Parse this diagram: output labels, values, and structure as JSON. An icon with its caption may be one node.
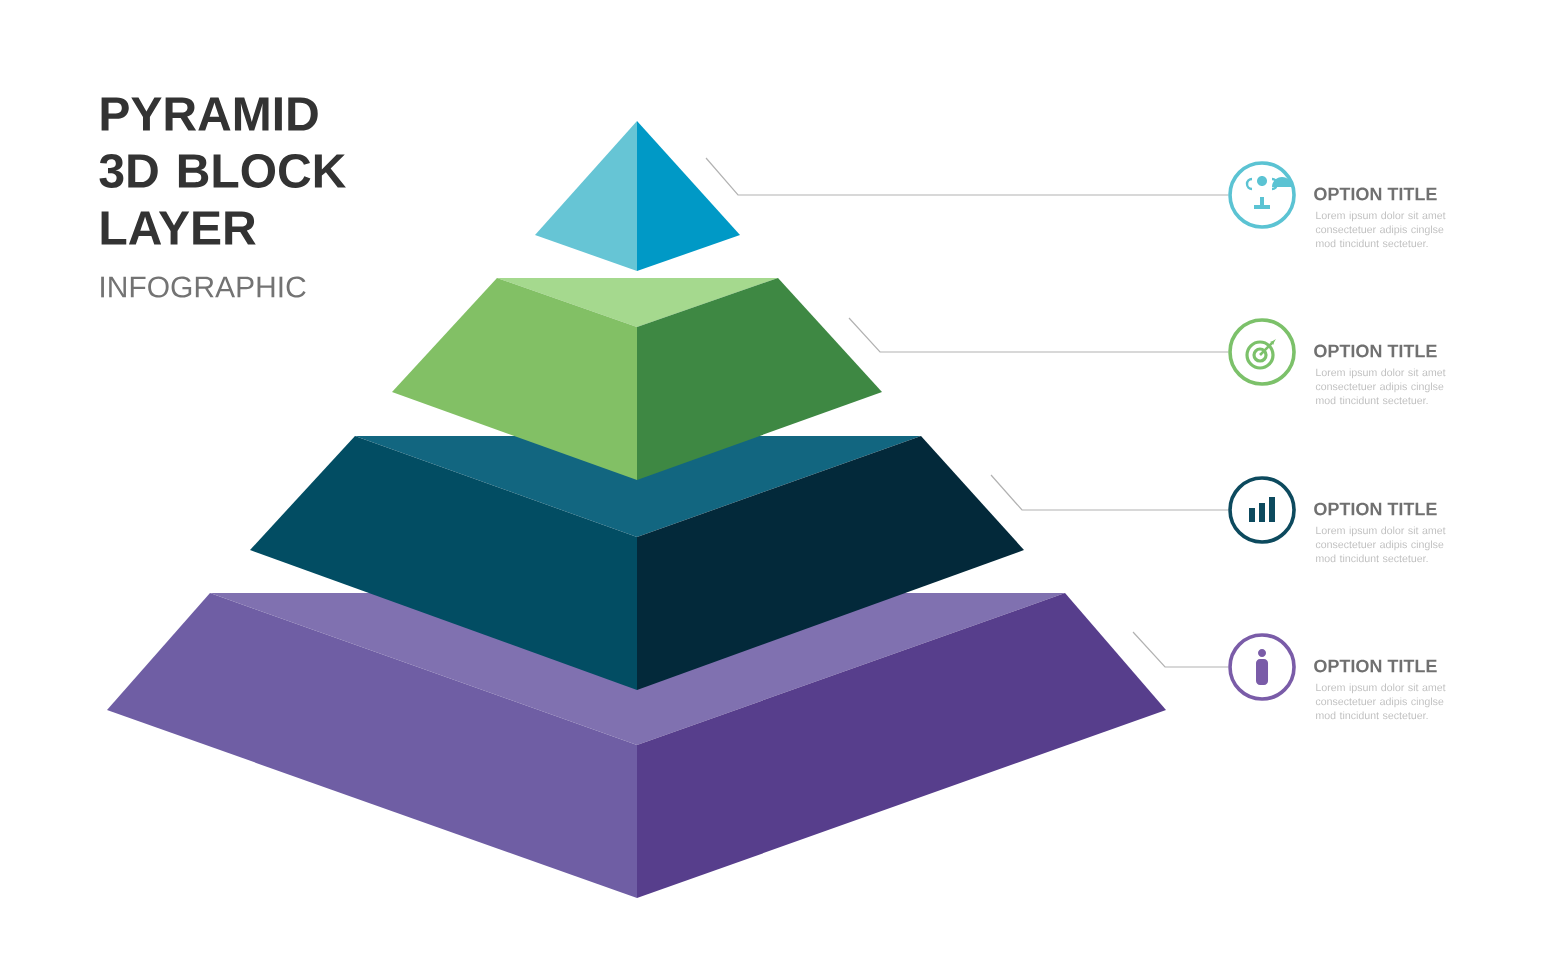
{
  "diagram": {
    "title": "PYRAMID 3D BLOCK LAYER",
    "nodes": [
      {
        "text": [],
        "shape": "pyramid"
      },
      {
        "text": [],
        "shape": "block"
      },
      {
        "text": [],
        "shape": "block"
      },
      {
        "text": [],
        "shape": "block"
      },
      {
        "text": [],
        "shape": "circle",
        "beside": [
          "OPTION TITLE",
          "Lorem ipsum dolor sit amet consectetuer adipis cinglse mod tincidunt sectetuer."
        ]
      },
      {
        "text": [],
        "shape": "circle",
        "beside": [
          "OPTION TITLE",
          "Lorem ipsum dolor sit amet consectetuer adipis cinglse mod tincidunt sectetuer."
        ]
      },
      {
        "text": [],
        "shape": "circle",
        "beside": [
          "OPTION TITLE",
          "Lorem ipsum dolor sit amet consectetuer adipis cinglse mod tincidunt sectetuer."
        ]
      },
      {
        "text": [],
        "shape": "circle",
        "beside": [
          "OPTION TITLE",
          "Lorem ipsum dolor sit amet consectetuer adipis cinglse mod tincidunt sectetuer."
        ]
      }
    ],
    "edges": [
      {
        "from": 4,
        "to": 0,
        "arrow": "none"
      },
      {
        "from": 5,
        "to": 1,
        "arrow": "none"
      },
      {
        "from": 6,
        "to": 2,
        "arrow": "none"
      },
      {
        "from": 7,
        "to": 3,
        "arrow": "none"
      }
    ],
    "labels": [
      "INFOGRAPHIC"
    ]
  }
}
